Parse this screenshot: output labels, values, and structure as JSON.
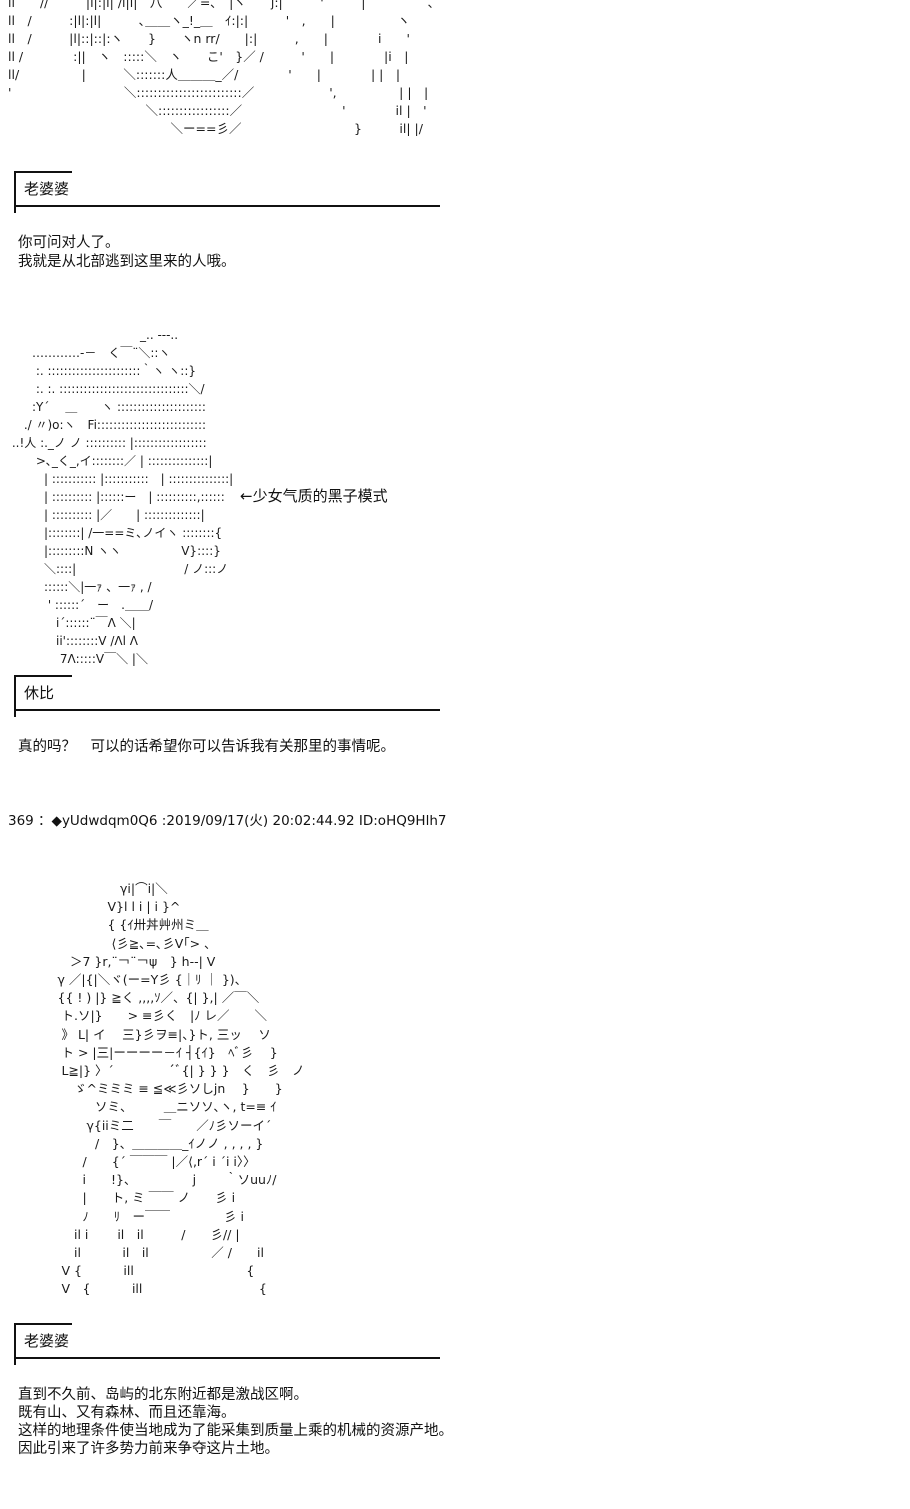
{
  "art": {
    "top": "ll　　//　　　|l|:|l| /l|l|　八　　／=､　|ヽ　　j:|　　　'　　　|　　　｀　､\nll　/　　　:|l|:|l|　　　､＿＿ヽ_!_＿　ｲ:|:|　　　'　,　　|　　　　　ヽ\nll　/　　　|l|::|::|:ヽ　　}　　ヽn rr/　　|:|　　　,　　|　　　　i　　'\nll /　　　　:||　ヽ　:::::＼　ヽ　　こ'　}／ /　　　'　　|　　　　|i　|\nll/　　　　　|　　　＼:::::::人＿＿＿_／/　　　　'　　|　　　　| |　|\n'　　　　　　　　　＼:::::::::::::::::::::::::／　　　　　　',　　　　　| |　|\n　　　　　　　　　　　＼:::::::::::::::::／　　　　　　　　'　　　　il |　'\n　　　　　　　　　　　　　＼ー==彡／　　　　　　　　　}　　　il| |/",
    "middle": "　　　　　　　　　　　_.. ---.. \n　　…………-－　く￣¨＼::ヽ\n　　 :. :::::::::::::::::::::::｀ヽ ヽ::}\n　　 :. :. ::::::::::::::::::::::::::::::::＼/\n　　:Y´ 　＿　　ヽ ::::::::::::::::::::::\n　 ./ 〃)o:ヽ　Fi:::::::::::::::::::::::::::\n ..!人 :._ノ ノ :::::::::: |::::::::::::::::::\n　　 >､_く_,イ::::::::／ | :::::::::::::::|\n　　　| ::::::::::: |:::::::::::　| :::::::::::::::|\n　　　| :::::::::: |::::::ー　| ::::::::::,::::::\n　　　| :::::::::: |／　　| ::::::::::::::|\n　　　|::::::::| /一==ミ､ノイヽ ::::::::{\n　　　|:::::::::N ヽヽ　　　　　V}::::}\n　　　＼::::|　　　　　　　　　/ ノ:::ノ\n　　　::::::＼|一ｧ 、一ｧ , /\n　　　 ' ::::::´　ー　.＿＿/\n　　　　i´::::::¨￣Λ ＼|\n　　　　ii'::::::::V /Λl Λ\n　　　　 7Λ:::::V￣＼ |＼",
    "lower": "　　　　　　　　γi|⌒i|＼\n　　　　　　　V}l l i | i }^\n　　　　　　　{ {ｲ卅丼艸州ミ＿\n　　　　　　　 ⟨彡≧､=､彡V｢> 、\n　　　　＞7 }r,¨￢¨￢ψ　} h--| V\n　　　γ ／|{|＼ヾ(ー=Y彡 {｜ﾘ ｜ })、\n　　　{{ ! ) |} ≧く ,,,,ｿ／、{| },| ／￣＼\n　　　 ト.ソ|}　　> ≡彡く　|ﾉ レ／　　＼\n　　　 》 L| イ　 三}彡ヲ≡|、}ト, 三ッ　 ソ\n　　　 ト > |三|ーーーー－ｲ ┤{ｲ}　ﾍﾞ彡　 }\n　　　 L≧|} 〉´　　　　 ´ﾞ{| } } }　く　彡　ノ\n　　　　 ゞ^ミミミ ≡ ≦≪彡ソしjn　 }　　}\n　　　　　　ソミ、　　　＿ニソソ､ヽ, t=≡ ｲ\n　　　　　 γ{iiミ二　　￣　　／ﾉ彡ソーイ´\n　　　　　　/　}、＿＿＿＿_ｲノノ , , , , }\n　　　　　/　　{´ ￣￣￣ |／⟨,r´ i ´i i〉〉\n　　　　　i　　!}、　　　　　j　　 ｀ソuuﾉ/\n　　　　　|　　ト, ミ ￣￣ ノ　　彡 i\n　　　　　ﾉ　　ﾘ　ー￣￣　　　　 彡 i\n　　　　 il i　　 il　il　　　/　　彡// |\n　　　　 il　　　 il　il　　　　　／ /　　il\n　　　 V {　　　 ill　　　　　　　　　{\n　　　 V　{　　　 ill　　　　　　　　　 {"
  },
  "dialogs": [
    {
      "speaker": "老婆婆",
      "lines": [
        "你可问对人了。",
        "我就是从北部逃到这里来的人哦。"
      ]
    },
    {
      "speaker": "休比",
      "lines": [
        "真的吗？　可以的话希望你可以告诉我有关那里的事情呢。"
      ]
    },
    {
      "speaker": "老婆婆",
      "lines": [
        "直到不久前、岛屿的北东附近都是激战区啊。",
        "既有山、又有森林、而且还靠海。",
        "这样的地理条件使当地成为了能采集到质量上乘的机械的资源产地。",
        "因此引来了许多势力前来争夺这片土地。"
      ]
    }
  ],
  "note": "←少女气质的黑子模式",
  "post_header": "369 ：◆yUdwdqm0Q6 :2019/09/17(火) 20:02:44.92 ID:oHQ9Hlh7"
}
